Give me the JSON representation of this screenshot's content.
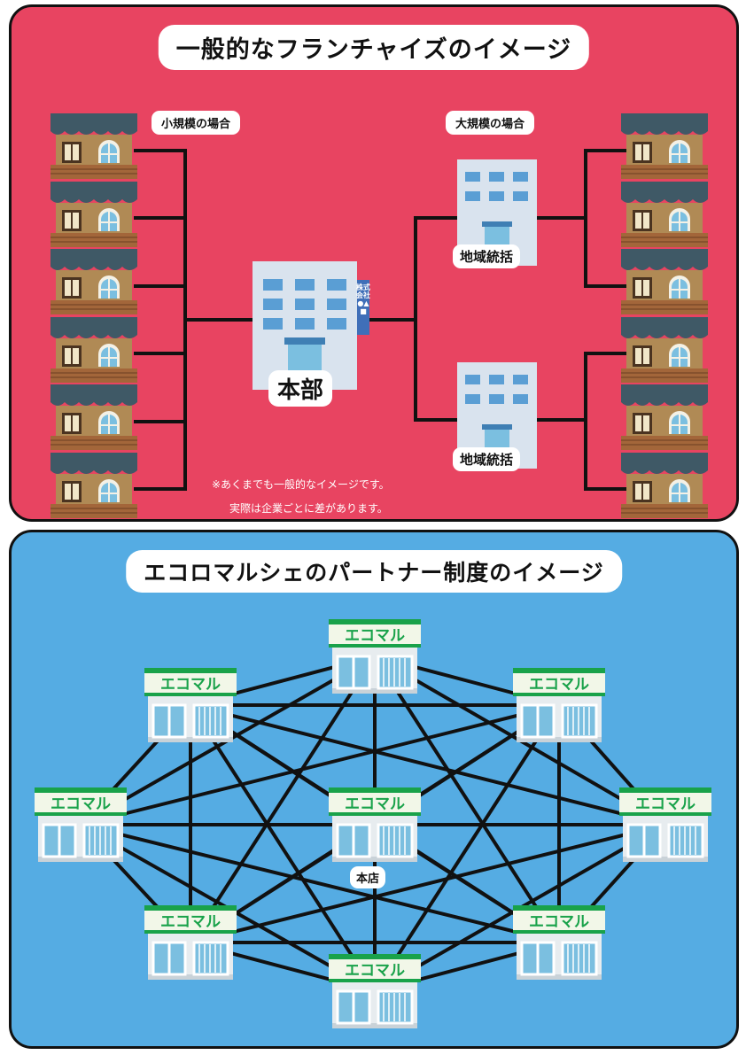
{
  "top": {
    "title": "一般的なフランチャイズのイメージ",
    "small_label": "小規模の場合",
    "large_label": "大規模の場合",
    "hq_label": "本部",
    "company_sign": "株式会社●▲■",
    "regional_label_1": "地域統括",
    "regional_label_2": "地域統括",
    "note_line_1": "※あくまでも一般的なイメージです。",
    "note_line_2": "実際は企業ごとに差があります。"
  },
  "bottom": {
    "title": "エコロマルシェのパートナー制度のイメージ",
    "store_sign": "エコマル",
    "hub_label": "本店"
  },
  "colors": {
    "top_bg": "#e84461",
    "bottom_bg": "#55ace3",
    "awning": "#3f5966",
    "shop_wall": "#b08a55",
    "building": "#d9e3ee",
    "store_sign_green": "#19a24a"
  }
}
